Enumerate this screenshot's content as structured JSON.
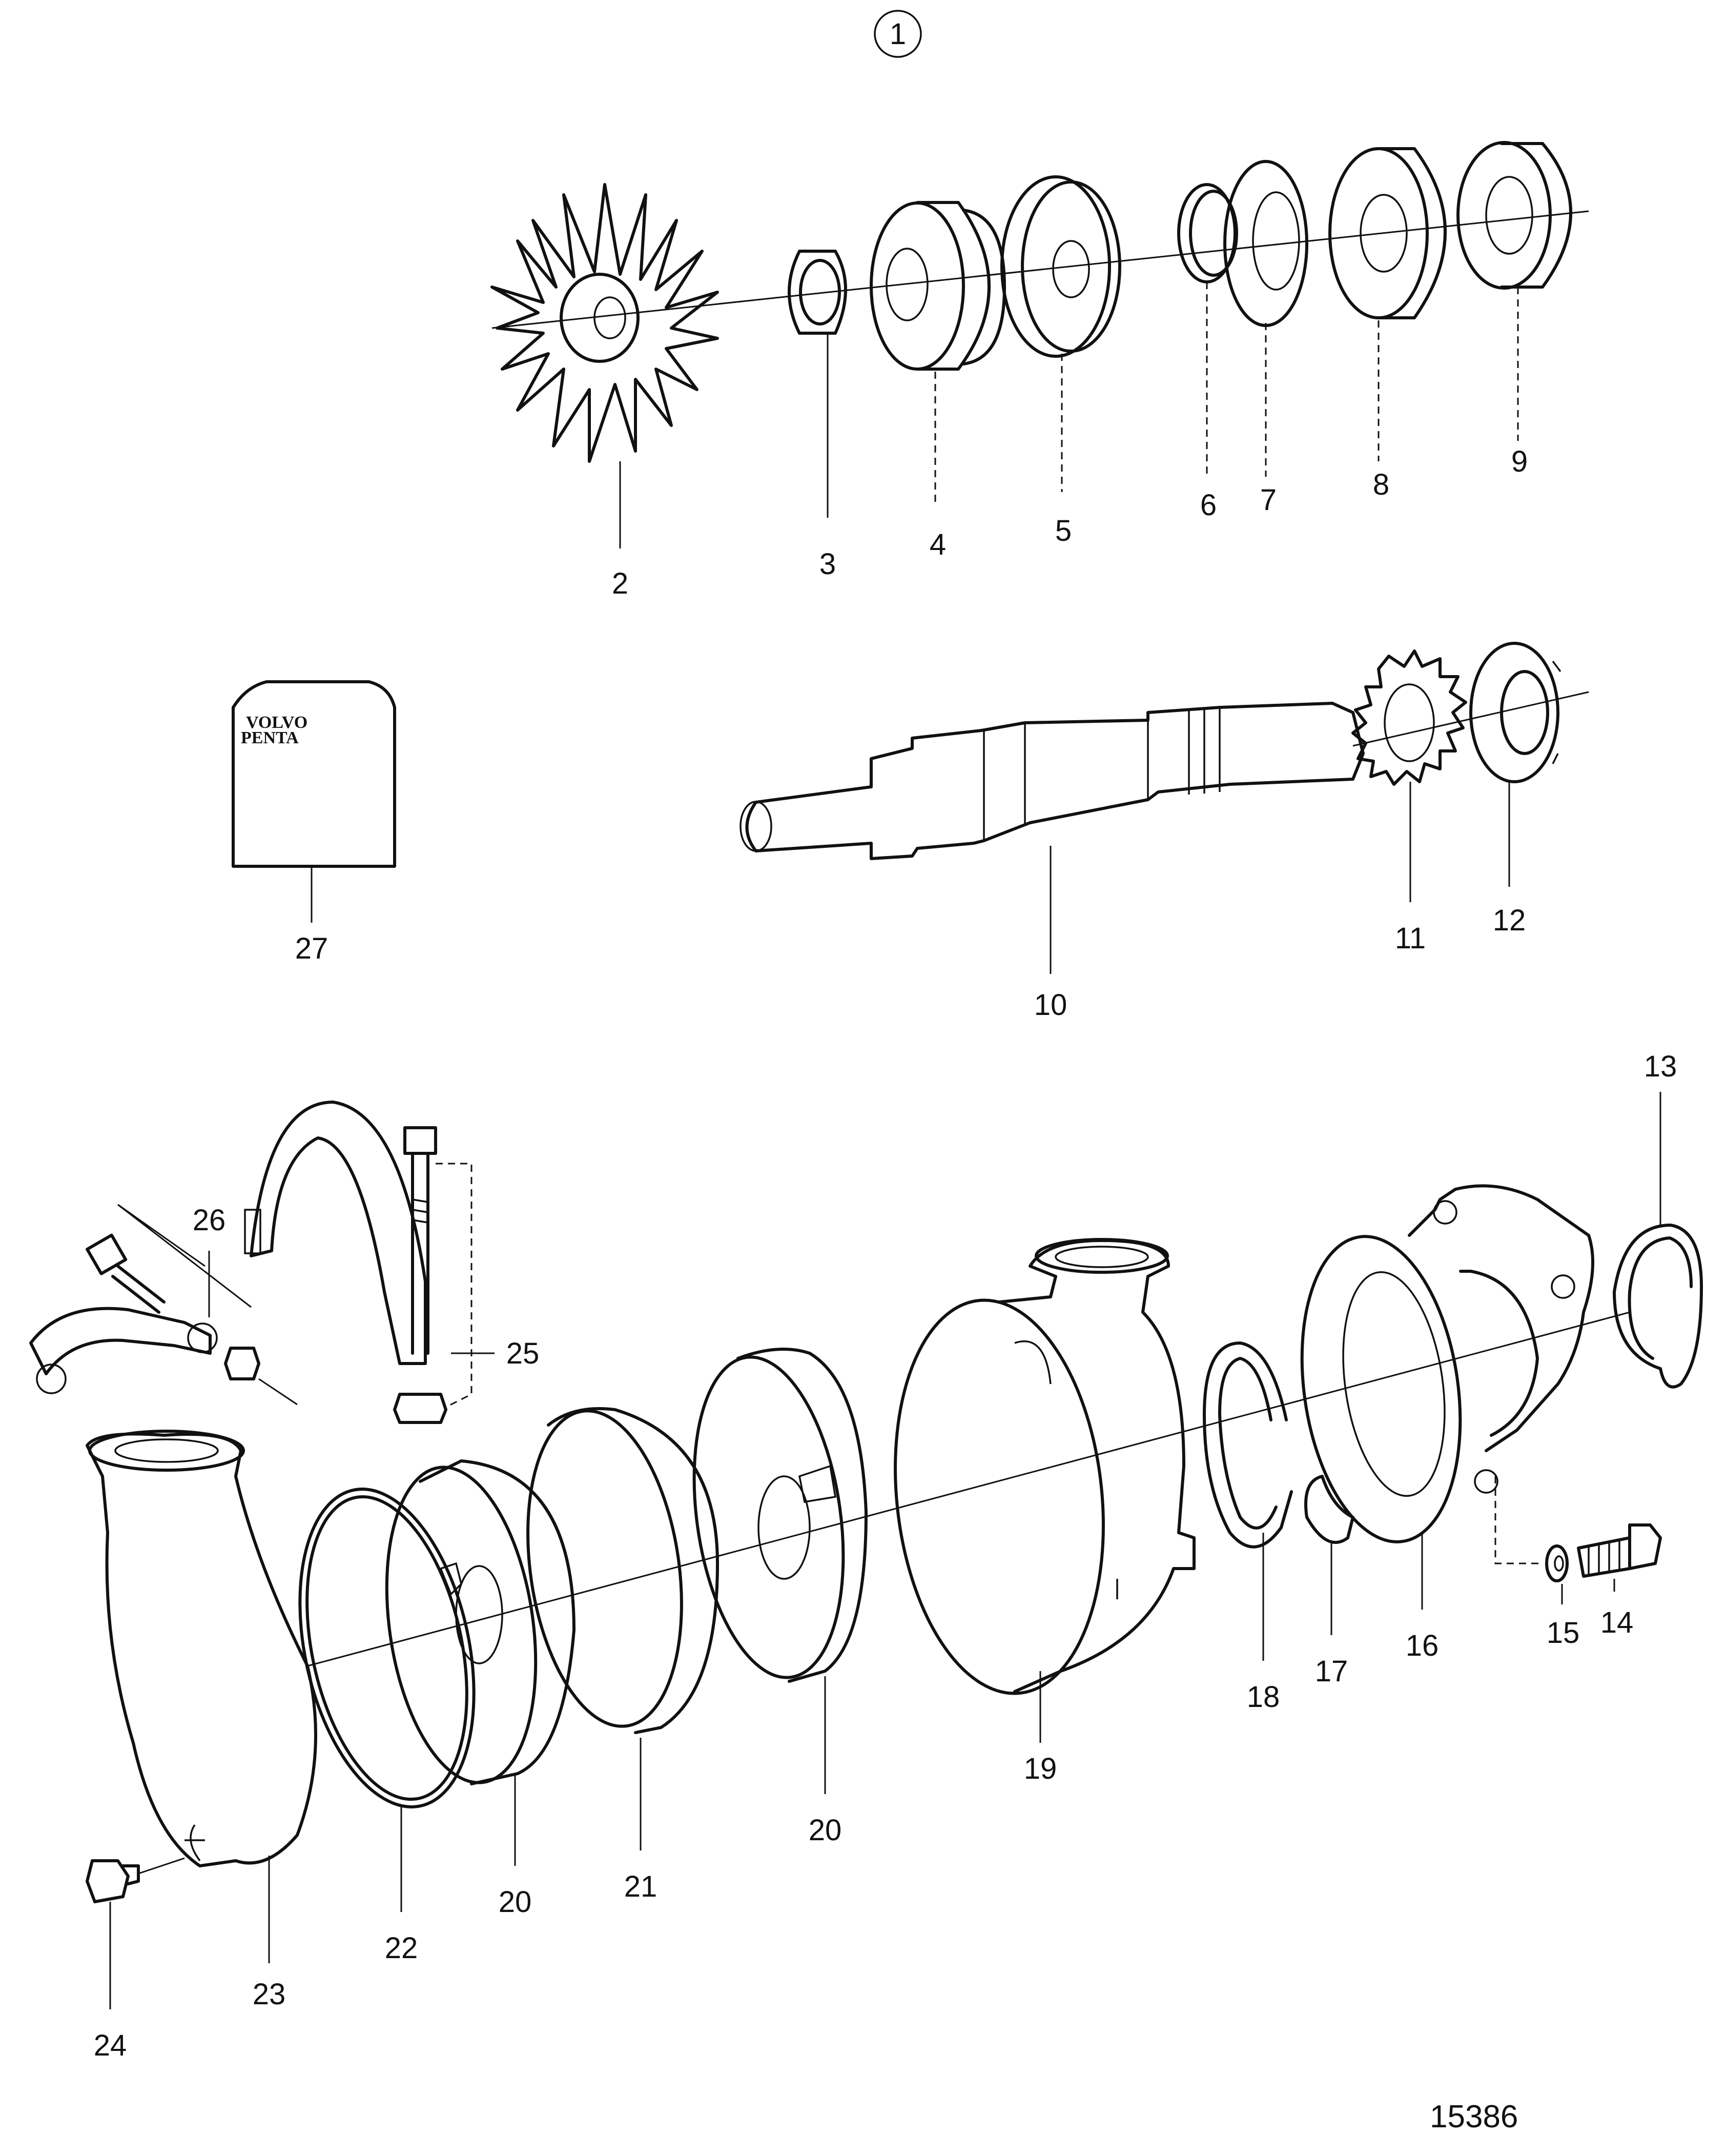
{
  "diagram": {
    "sheet_number": "1",
    "drawing_reference": "15386",
    "brand_logo": [
      "VOLVO",
      "PENTA"
    ],
    "part_labels": [
      "2",
      "3",
      "4",
      "5",
      "6",
      "7",
      "8",
      "9",
      "10",
      "11",
      "12",
      "13",
      "14",
      "15",
      "16",
      "17",
      "18",
      "19",
      "20",
      "20",
      "21",
      "22",
      "23",
      "24",
      "25",
      "26",
      "27"
    ]
  }
}
